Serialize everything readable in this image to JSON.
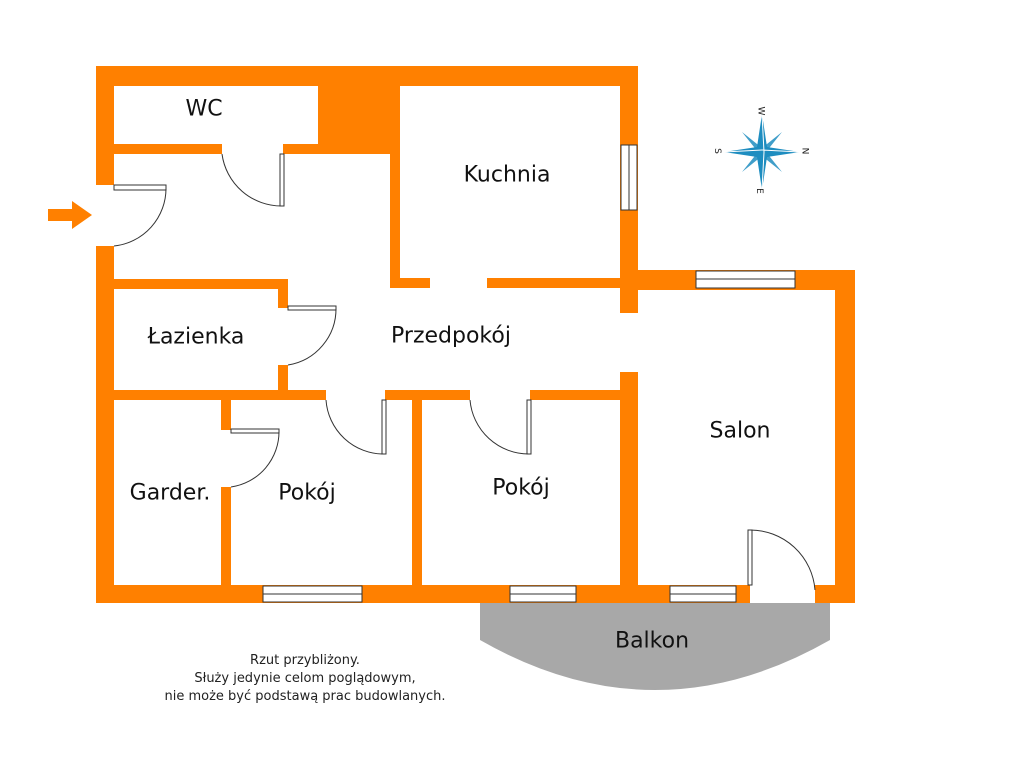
{
  "rooms": {
    "wc": "WC",
    "kitchen": "Kuchnia",
    "bathroom": "Łazienka",
    "hall": "Przedpokój",
    "wardrobe": "Garder.",
    "room1": "Pokój",
    "room2": "Pokój",
    "living": "Salon",
    "balcony": "Balkon"
  },
  "compass": {
    "n": "N",
    "s": "S",
    "e": "E",
    "w": "W"
  },
  "note": {
    "line1": "Rzut przybliżony.",
    "line2": "Służy jedynie celom poglądowym,",
    "line3": "nie może być podstawą prac budowlanych."
  },
  "colors": {
    "wall": "#FF8000",
    "balcony": "#A8A8A8",
    "compass": "#1E8DC0"
  }
}
